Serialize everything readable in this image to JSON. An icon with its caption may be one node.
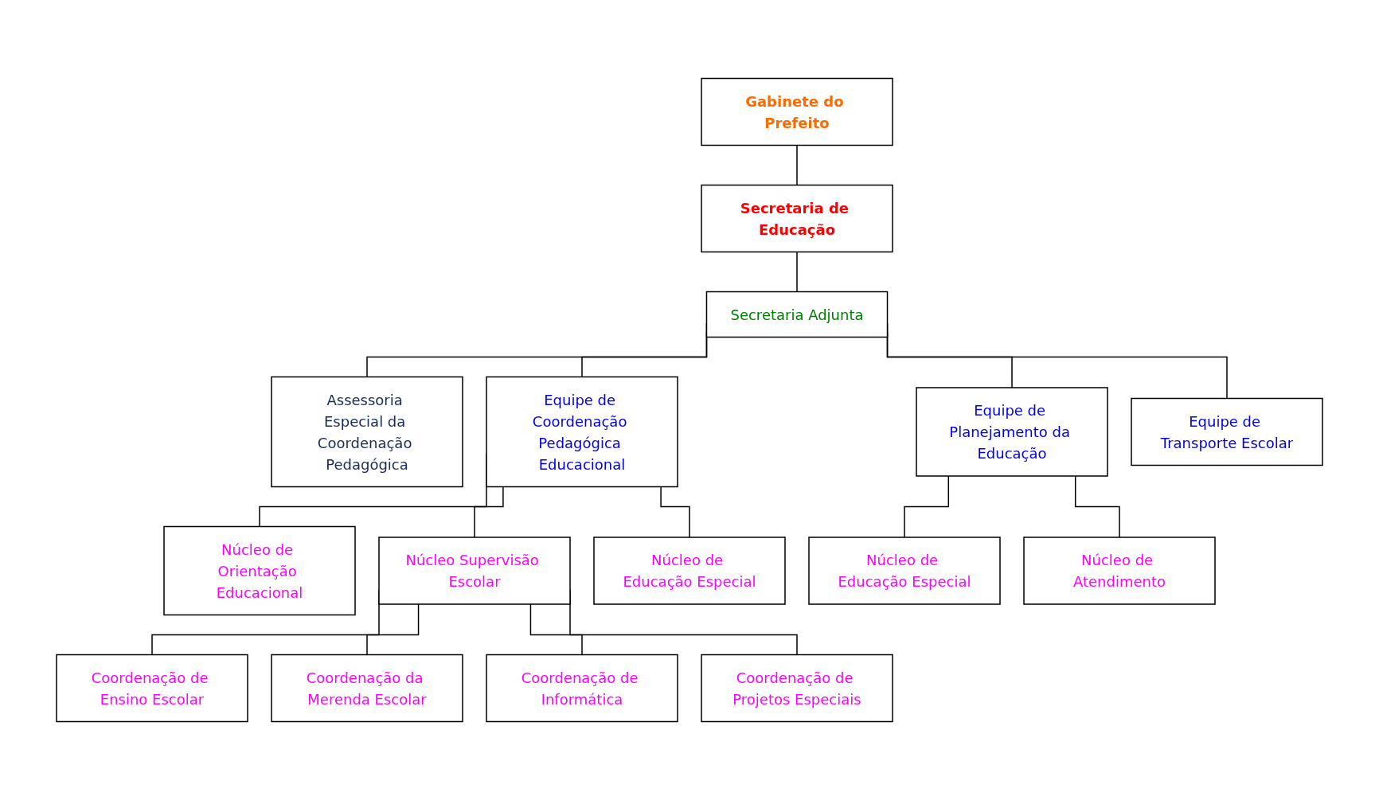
{
  "diagram": {
    "nodes": [
      {
        "text": [
          "Gabinete do Prefeito"
        ]
      },
      {
        "text": [
          "Secretaria de Educação"
        ]
      },
      {
        "text": [
          "Secretaria Adjunta"
        ]
      },
      {
        "text": [
          "Assessoria Especial da Coordenação Pedagógica"
        ]
      },
      {
        "text": [
          "Equipe de Coordenação Pedagógica Educacional"
        ]
      },
      {
        "text": [
          "Equipe de Planejamento da Educação"
        ]
      },
      {
        "text": [
          "Equipe de Transporte Escolar"
        ]
      },
      {
        "text": [
          "Núcleo de Orientação Educacional"
        ]
      },
      {
        "text": [
          "Núcleo Supervisão Escolar"
        ]
      },
      {
        "text": [
          "Núcleo de Educação Especial"
        ]
      },
      {
        "text": [
          "Coordenação de Ensino Escolar"
        ]
      },
      {
        "text": [
          "Coordenação da Merenda Escolar"
        ]
      },
      {
        "text": [
          "Coordenação de Informática"
        ]
      },
      {
        "text": [
          "Coordenação de Projetos Especiais"
        ]
      },
      {
        "text": [
          "Núcleo de Educação Especial"
        ]
      },
      {
        "text": [
          "Núcleo de Atendimento"
        ]
      }
    ],
    "edges": [
      {
        "from": 0,
        "to": 1,
        "arrow": "none"
      },
      {
        "from": 1,
        "to": 2,
        "arrow": "none"
      },
      {
        "from": 2,
        "to": 3,
        "arrow": "none"
      },
      {
        "from": 2,
        "to": 4,
        "arrow": "none"
      },
      {
        "from": 2,
        "to": 5,
        "arrow": "none"
      },
      {
        "from": 2,
        "to": 6,
        "arrow": "none"
      },
      {
        "from": 4,
        "to": 7,
        "arrow": "none"
      },
      {
        "from": 4,
        "to": 8,
        "arrow": "none"
      },
      {
        "from": 4,
        "to": 9,
        "arrow": "none"
      },
      {
        "from": 8,
        "to": 10,
        "arrow": "none"
      },
      {
        "from": 8,
        "to": 11,
        "arrow": "none"
      },
      {
        "from": 8,
        "to": 12,
        "arrow": "none"
      },
      {
        "from": 8,
        "to": 13,
        "arrow": "none"
      },
      {
        "from": 5,
        "to": 14,
        "arrow": "none"
      },
      {
        "from": 5,
        "to": 15,
        "arrow": "none"
      }
    ]
  }
}
